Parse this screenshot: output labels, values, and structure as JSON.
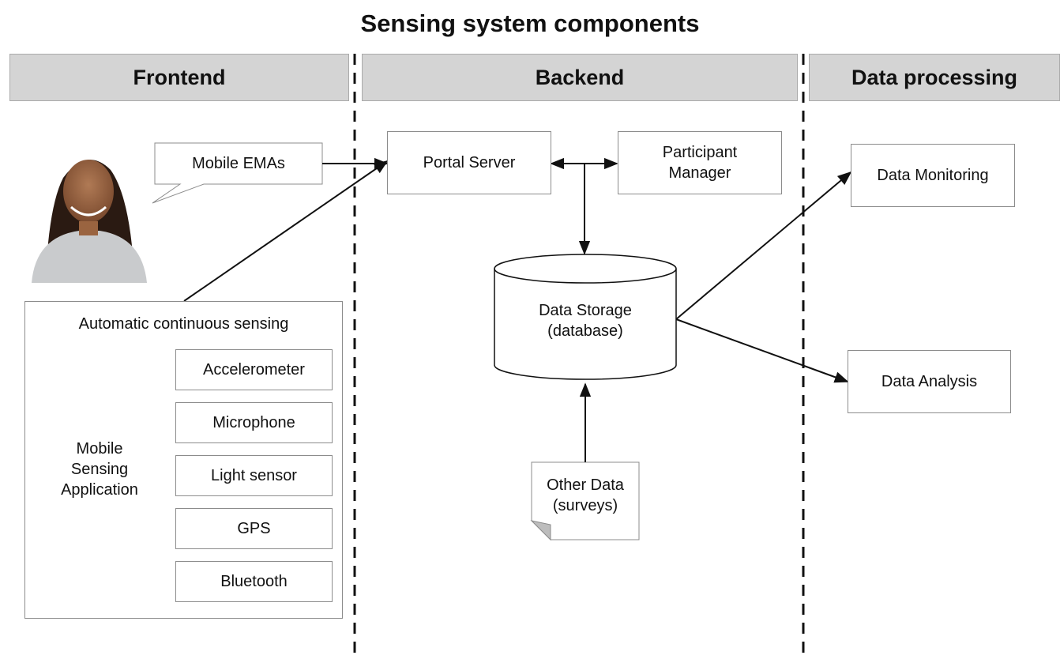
{
  "title": "Sensing system components",
  "sections": {
    "frontend": "Frontend",
    "backend": "Backend",
    "data_processing": "Data processing"
  },
  "frontend": {
    "ema_bubble": "Mobile EMAs",
    "sensing_title": "Automatic continuous sensing",
    "phone_app": "Mobile\nSensing\nApplication",
    "sensors": [
      "Accelerometer",
      "Microphone",
      "Light sensor",
      "GPS",
      "Bluetooth"
    ]
  },
  "backend": {
    "portal_server": "Portal Server",
    "participant_manager": "Participant\nManager",
    "data_storage": "Data Storage\n(database)",
    "other_data": "Other Data\n(surveys)"
  },
  "processing": {
    "data_monitoring": "Data Monitoring",
    "data_analysis": "Data Analysis"
  }
}
